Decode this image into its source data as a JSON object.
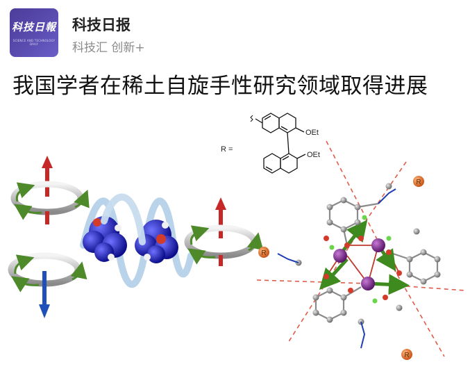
{
  "source": {
    "logo_mark": "科技日報",
    "logo_subtitle": "SCIENCE AND TECHNOLOGY DAILY",
    "name": "科技日报",
    "tagline": "科技汇 创新+"
  },
  "article": {
    "headline": "我国学者在稀土自旋手性研究领域取得进展"
  },
  "figure": {
    "r_label": "R =",
    "group_top": "OEt",
    "group_bottom": "OEt",
    "substituent_marker": "R"
  },
  "colors": {
    "logo_bg": "#5546a8",
    "arrow_up": "#c62828",
    "arrow_down": "#1f4fb8",
    "ring_arrow": "#4e8a2a",
    "helix": "#b9d3ea",
    "cluster": "#1d1fb5",
    "bond_dash": "#e05a4a",
    "metal": "#7a2b8a",
    "r_ball": "#e8782a"
  }
}
